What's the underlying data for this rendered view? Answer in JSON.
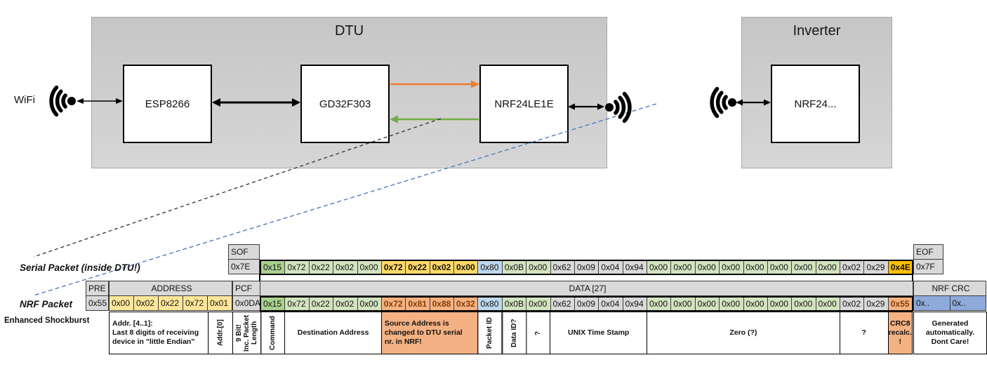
{
  "palette": {
    "cell_gray": "#D9D9D9",
    "cell_light_gray": "#F0F0F0",
    "cell_green": "#D2E3BF",
    "cell_green_dark": "#A9D08E",
    "cell_yellow": "#FFE699",
    "cell_yellow_bold": "#FFD966",
    "cell_gold": "#FFC000",
    "cell_blue": "#BDD7EE",
    "cell_blue_crc": "#8EAADB",
    "cell_salmon": "#F4B183",
    "arrow_orange": "#ED7D31",
    "arrow_green": "#70AD47",
    "dashed_blue": "#4472C4",
    "dashed_black": "#303030"
  },
  "icons": {
    "wifi": "wifi-signal-arcs-with-dot"
  },
  "diagram": {
    "wifi_label": "WiFi",
    "dtu": {
      "title": "DTU",
      "components": [
        "ESP8266",
        "GD32F303",
        "NRF24LE1E"
      ]
    },
    "inverter": {
      "title": "Inverter",
      "component": "NRF24..."
    }
  },
  "serial_packet": {
    "label": "Serial Packet (inside DTU!)",
    "sof": {
      "header": "SOF",
      "value": "0x7E"
    },
    "eof": {
      "header": "EOF",
      "value": "0x7F"
    },
    "bytes": [
      {
        "v": "0x15",
        "c": "greend"
      },
      {
        "v": "0x72",
        "c": "green"
      },
      {
        "v": "0x22",
        "c": "green"
      },
      {
        "v": "0x02",
        "c": "green"
      },
      {
        "v": "0x00",
        "c": "green"
      },
      {
        "v": "0x72",
        "c": "yellowb"
      },
      {
        "v": "0x22",
        "c": "yellowb"
      },
      {
        "v": "0x02",
        "c": "yellowb"
      },
      {
        "v": "0x00",
        "c": "yellowb"
      },
      {
        "v": "0x80",
        "c": "blue"
      },
      {
        "v": "0x0B",
        "c": "green"
      },
      {
        "v": "0x00",
        "c": "green"
      },
      {
        "v": "0x62",
        "c": "gray"
      },
      {
        "v": "0x09",
        "c": "gray"
      },
      {
        "v": "0x04",
        "c": "gray"
      },
      {
        "v": "0x94",
        "c": "gray"
      },
      {
        "v": "0x00",
        "c": "green"
      },
      {
        "v": "0x00",
        "c": "green"
      },
      {
        "v": "0x00",
        "c": "green"
      },
      {
        "v": "0x00",
        "c": "green"
      },
      {
        "v": "0x00",
        "c": "green"
      },
      {
        "v": "0x00",
        "c": "green"
      },
      {
        "v": "0x00",
        "c": "green"
      },
      {
        "v": "0x00",
        "c": "green"
      },
      {
        "v": "0x02",
        "c": "gray"
      },
      {
        "v": "0x29",
        "c": "gray"
      },
      {
        "v": "0x4E",
        "c": "gold"
      }
    ]
  },
  "nrf_packet": {
    "label": "NRF Packet",
    "sublabel": "Enhanced Shockburst",
    "pre": {
      "header": "PRE",
      "value": "0x55"
    },
    "address": {
      "header": "ADDRESS",
      "values": [
        "0x00",
        "0x02",
        "0x22",
        "0x72",
        "0x01"
      ]
    },
    "pcf": {
      "header": "PCF",
      "value": "0x0DA"
    },
    "data_header": "DATA [27]",
    "bytes": [
      {
        "v": "0x15",
        "c": "greend"
      },
      {
        "v": "0x72",
        "c": "green"
      },
      {
        "v": "0x22",
        "c": "green"
      },
      {
        "v": "0x02",
        "c": "green"
      },
      {
        "v": "0x00",
        "c": "green"
      },
      {
        "v": "0x72",
        "c": "salmonb"
      },
      {
        "v": "0x81",
        "c": "salmonb"
      },
      {
        "v": "0x88",
        "c": "salmonb"
      },
      {
        "v": "0x32",
        "c": "salmonb"
      },
      {
        "v": "0x80",
        "c": "blue"
      },
      {
        "v": "0x0B",
        "c": "green"
      },
      {
        "v": "0x00",
        "c": "green"
      },
      {
        "v": "0x62",
        "c": "gray"
      },
      {
        "v": "0x09",
        "c": "gray"
      },
      {
        "v": "0x04",
        "c": "gray"
      },
      {
        "v": "0x94",
        "c": "gray"
      },
      {
        "v": "0x00",
        "c": "green"
      },
      {
        "v": "0x00",
        "c": "green"
      },
      {
        "v": "0x00",
        "c": "green"
      },
      {
        "v": "0x00",
        "c": "green"
      },
      {
        "v": "0x00",
        "c": "green"
      },
      {
        "v": "0x00",
        "c": "green"
      },
      {
        "v": "0x00",
        "c": "green"
      },
      {
        "v": "0x00",
        "c": "green"
      },
      {
        "v": "0x02",
        "c": "gray"
      },
      {
        "v": "0x29",
        "c": "gray"
      },
      {
        "v": "0x55",
        "c": "salmonb"
      }
    ],
    "crc": {
      "header": "NRF CRC",
      "values": [
        "0x..",
        "0x.."
      ]
    }
  },
  "annotations": [
    {
      "text": "Addr. [4..1]:\nLast 8 digits of receiving\ndevice in \"little Endian\"",
      "grid": "addr",
      "start": 0,
      "span": 4,
      "align": "left"
    },
    {
      "text": "Addr.[0]",
      "grid": "addr",
      "start": 4,
      "span": 1,
      "vertical": true
    },
    {
      "text": "9 Bit!\nInc. Packet\nLength",
      "grid": "pcf",
      "start": 0,
      "span": 1,
      "vertical": true
    },
    {
      "text": "Command",
      "grid": "data",
      "start": 0,
      "span": 1,
      "vertical": true
    },
    {
      "text": "Destination Address",
      "grid": "data",
      "start": 1,
      "span": 4
    },
    {
      "text": "Source Address is\nchanged to DTU serial\nnr. in NRF!",
      "grid": "data",
      "start": 5,
      "span": 4,
      "bg": "salmon",
      "align": "left"
    },
    {
      "text": "Packet ID",
      "grid": "data",
      "start": 9,
      "span": 1,
      "vertical": true
    },
    {
      "text": "Data ID?",
      "grid": "data",
      "start": 10,
      "span": 1,
      "vertical": true
    },
    {
      "text": "?",
      "grid": "data",
      "start": 11,
      "span": 1,
      "vertical": true
    },
    {
      "text": "UNIX Time Stamp",
      "grid": "data",
      "start": 12,
      "span": 4
    },
    {
      "text": "Zero (?)",
      "grid": "data",
      "start": 16,
      "span": 8
    },
    {
      "text": "?",
      "grid": "data",
      "start": 24,
      "span": 2
    },
    {
      "text": "CRC8\nrecalc.\n!",
      "grid": "data",
      "start": 26,
      "span": 1,
      "bg": "salmon"
    },
    {
      "text": "Generated\nautomatically.\nDont Care!",
      "grid": "crc",
      "start": 0,
      "span": 2
    }
  ]
}
